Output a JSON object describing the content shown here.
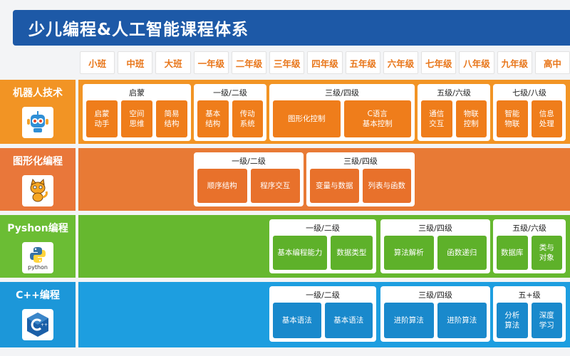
{
  "title": "少儿编程&人工智能课程体系",
  "grades": [
    "小班",
    "中班",
    "大班",
    "一年级",
    "二年级",
    "三年级",
    "四年级",
    "五年级",
    "六年级",
    "七年级",
    "八年级",
    "九年级",
    "高中"
  ],
  "rows": [
    {
      "label": "机器人技术",
      "icon": "robot-icon",
      "groups": [
        {
          "title": "启蒙",
          "items": [
            "启蒙\n动手",
            "空间\n思维",
            "简易\n结构"
          ]
        },
        {
          "title": "一级/二级",
          "items": [
            "基本\n结构",
            "传动\n系统"
          ]
        },
        {
          "title": "三级/四级",
          "items": [
            "图形化控制",
            "C语言\n基本控制"
          ]
        },
        {
          "title": "五级/六级",
          "items": [
            "通信\n交互",
            "物联\n控制"
          ]
        },
        {
          "title": "七级/八级",
          "items": [
            "智能\n物联",
            "信息\n处理"
          ]
        }
      ]
    },
    {
      "label": "图形化编程",
      "icon": "scratch-cat-icon",
      "groups": [
        {
          "title": "一级/二级",
          "items": [
            "顺序结构",
            "程序交互"
          ]
        },
        {
          "title": "三级/四级",
          "items": [
            "变量与数据",
            "列表与函数"
          ]
        }
      ]
    },
    {
      "label": "Pyshon编程",
      "icon": "python-icon",
      "logo_text": "python",
      "groups": [
        {
          "title": "一级/二级",
          "items": [
            "基本编程能力",
            "数据类型"
          ]
        },
        {
          "title": "三级/四级",
          "items": [
            "算法解析",
            "函数递归"
          ]
        },
        {
          "title": "五级/六级",
          "items": [
            "数据库",
            "类与\n对象"
          ]
        }
      ]
    },
    {
      "label": "C++编程",
      "icon": "cpp-icon",
      "groups": [
        {
          "title": "一级/二级",
          "items": [
            "基本语法",
            "基本语法"
          ]
        },
        {
          "title": "三级/四级",
          "items": [
            "进阶算法",
            "进阶算法"
          ]
        },
        {
          "title": "五+级",
          "items": [
            "分析\n算法",
            "深度\n学习"
          ]
        }
      ]
    }
  ],
  "colors": {
    "title_bar": "#1d59a7",
    "robot": "#f29424",
    "scratch": "#e87a35",
    "python": "#66b82f",
    "cpp": "#1d9ee0",
    "grade_text": "#e8761a"
  }
}
